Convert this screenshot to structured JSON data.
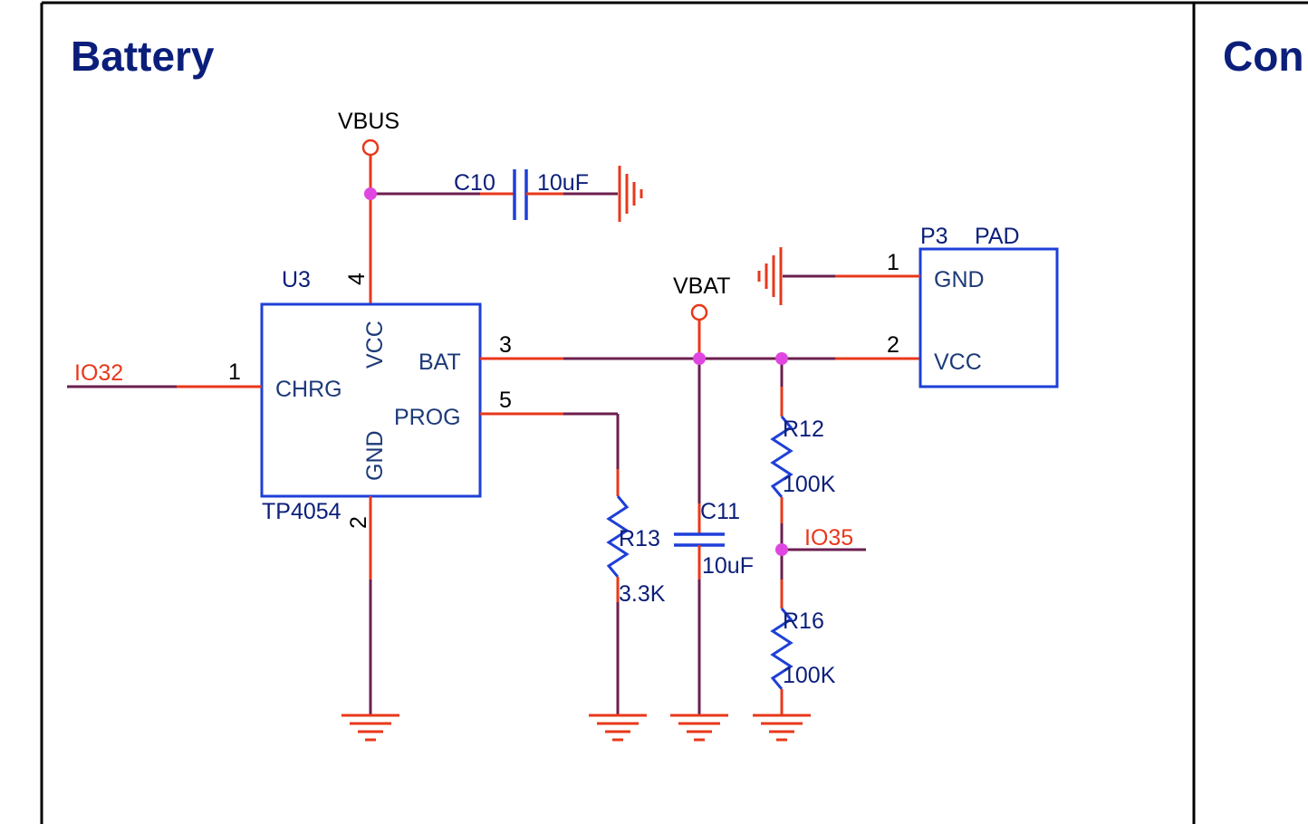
{
  "sheet": {
    "title_left": "Battery",
    "title_right": "Con"
  },
  "nets": {
    "vbus": "VBUS",
    "vbat": "VBAT",
    "io32": "IO32",
    "io35": "IO35"
  },
  "u3": {
    "ref": "U3",
    "part": "TP4054",
    "pin_chrg_num": "1",
    "pin_chrg": "CHRG",
    "pin_gnd_num": "2",
    "pin_gnd": "GND",
    "pin_bat_num": "3",
    "pin_bat": "BAT",
    "pin_vcc_num": "4",
    "pin_vcc": "VCC",
    "pin_prog_num": "5",
    "pin_prog": "PROG"
  },
  "p3": {
    "ref": "P3",
    "part": "PAD",
    "pin1_num": "1",
    "pin1": "GND",
    "pin2_num": "2",
    "pin2": "VCC"
  },
  "c10": {
    "ref": "C10",
    "value": "10uF"
  },
  "c11": {
    "ref": "C11",
    "value": "10uF"
  },
  "r12": {
    "ref": "R12",
    "value": "100K"
  },
  "r13": {
    "ref": "R13",
    "value": "3.3K"
  },
  "r16": {
    "ref": "R16",
    "value": "100K"
  },
  "colors": {
    "wire": "#6b1f4e",
    "pin": "#e8381b",
    "component": "#1e3fd8",
    "junction": "#e046e0",
    "title": "#0b1e7a"
  }
}
